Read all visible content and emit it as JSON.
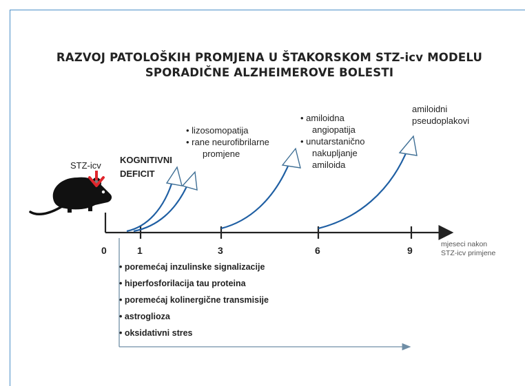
{
  "title": {
    "line1": "RAZVOJ PATOLOŠKIH PROMJENA U ŠTAKORSKOM STZ-icv MODELU",
    "line2": "SPORADIČNE ALZHEIMEROVE BOLESTI"
  },
  "stz_label": "STZ-icv",
  "deficit": {
    "line1": "KOGNITIVNI",
    "line2": "DEFICIT"
  },
  "stage_3": {
    "bullets": [
      "• lizosomopatija",
      "• rane neurofibrilarne"
    ],
    "continuation": "promjene"
  },
  "stage_6": {
    "lines": [
      "• amiloidna",
      "angiopatija",
      "• unutarstanično",
      "nakupljanje",
      "amiloida"
    ]
  },
  "stage_9": {
    "lines": [
      "amiloidni",
      "pseudoplakovi"
    ]
  },
  "timeline": {
    "ticks": [
      "0",
      "1",
      "3",
      "6",
      "9"
    ],
    "unit_line1": "mjeseci nakon",
    "unit_line2": "STZ-icv primjene"
  },
  "early_changes": [
    "• poremećaj inzulinske signalizacije",
    "• hiperfosforilacija tau proteina",
    "• poremećaj kolinergične transmisije",
    "• astroglioza",
    "• oksidativni stres"
  ],
  "colors": {
    "frame": "#4a8fc7",
    "stz_arrow": "#e0262c",
    "curve": "#1f5fa3",
    "text": "#222222"
  },
  "icons": [
    "rat-icon",
    "injection-arrow-icon",
    "curved-arrow-icon"
  ]
}
